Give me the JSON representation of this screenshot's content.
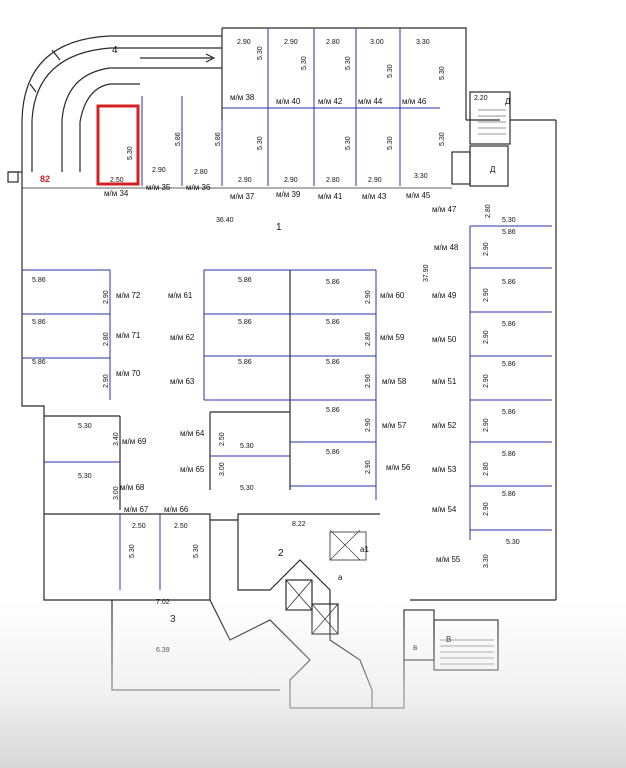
{
  "colors": {
    "wall": "#2b2b2b",
    "divider": "#2a33a8",
    "highlight": "#d42020",
    "highlight_text": "#d42020"
  },
  "labels": {
    "z4": "4",
    "z1": "1",
    "z2": "2",
    "z3": "3",
    "n82": "82",
    "a": "а",
    "a1": "а1",
    "d1": "Д",
    "d2": "Д",
    "v": "в",
    "V": "В",
    "m34": "м/м 34",
    "m35": "м/м 35",
    "m36": "м/м 36",
    "m37": "м/м 37",
    "m38": "м/м 38",
    "m39": "м/м 39",
    "m40": "м/м 40",
    "m41": "м/м 41",
    "m42": "м/м 42",
    "m43": "м/м 43",
    "m44": "м/м 44",
    "m45": "м/м 45",
    "m46": "м/м 46",
    "m47": "м/м 47",
    "m48": "м/м 48",
    "m49": "м/м 49",
    "m50": "м/м 50",
    "m51": "м/м 51",
    "m52": "м/м 52",
    "m53": "м/м 53",
    "m54": "м/м 54",
    "m55": "м/м 55",
    "m56": "м/м 56",
    "m57": "м/м 57",
    "m58": "м/м 58",
    "m59": "м/м 59",
    "m60": "м/м 60",
    "m61": "м/м 61",
    "m62": "м/м 62",
    "m63": "м/м 63",
    "m64": "м/м 64",
    "m65": "м/м 65",
    "m66": "м/м 66",
    "m67": "м/м 67",
    "m68": "м/м 68",
    "m69": "м/м 69",
    "m70": "м/м 70",
    "m71": "м/м 71",
    "m72": "м/м 72"
  },
  "dims": {
    "d290": "2.90",
    "d280": "2.80",
    "d300": "3.00",
    "d330": "3.30",
    "d530": "5.30",
    "d250": "2.50",
    "d586": "5.86",
    "d220": "2.20",
    "d340": "3.40",
    "d3640": "36.40",
    "d3790": "37.90",
    "d822": "8.22",
    "d702": "7.02",
    "d639": "6.39"
  }
}
